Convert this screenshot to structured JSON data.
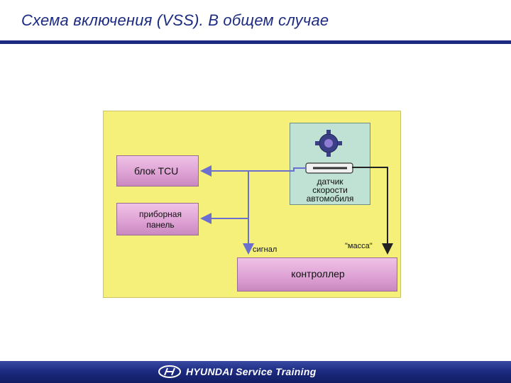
{
  "slide": {
    "title": "Схема включения (VSS). В общем случае"
  },
  "diagram": {
    "tcu_box": "блок  TCU",
    "dashboard_box": "приборная панель",
    "controller_box": "контроллер",
    "sensor_label_lines": [
      "датчик",
      "скорости",
      "автомобиля"
    ],
    "signal_label": "сигнал",
    "ground_label": "\"масса\""
  },
  "footer": {
    "brand": "HYUNDAI Service  Training"
  },
  "colors": {
    "title": "#1c2b82",
    "diagram_background": "#f4f07a",
    "box_fill": "#dda0d3",
    "sensor_fill": "#bfe2d4",
    "signal_wire": "#6a6fd0",
    "ground_wire": "#222222",
    "footer": "#1c2b82"
  },
  "icons": {
    "footer_logo": "hyundai-logo-icon",
    "sensor": "speed-sensor-icon"
  }
}
